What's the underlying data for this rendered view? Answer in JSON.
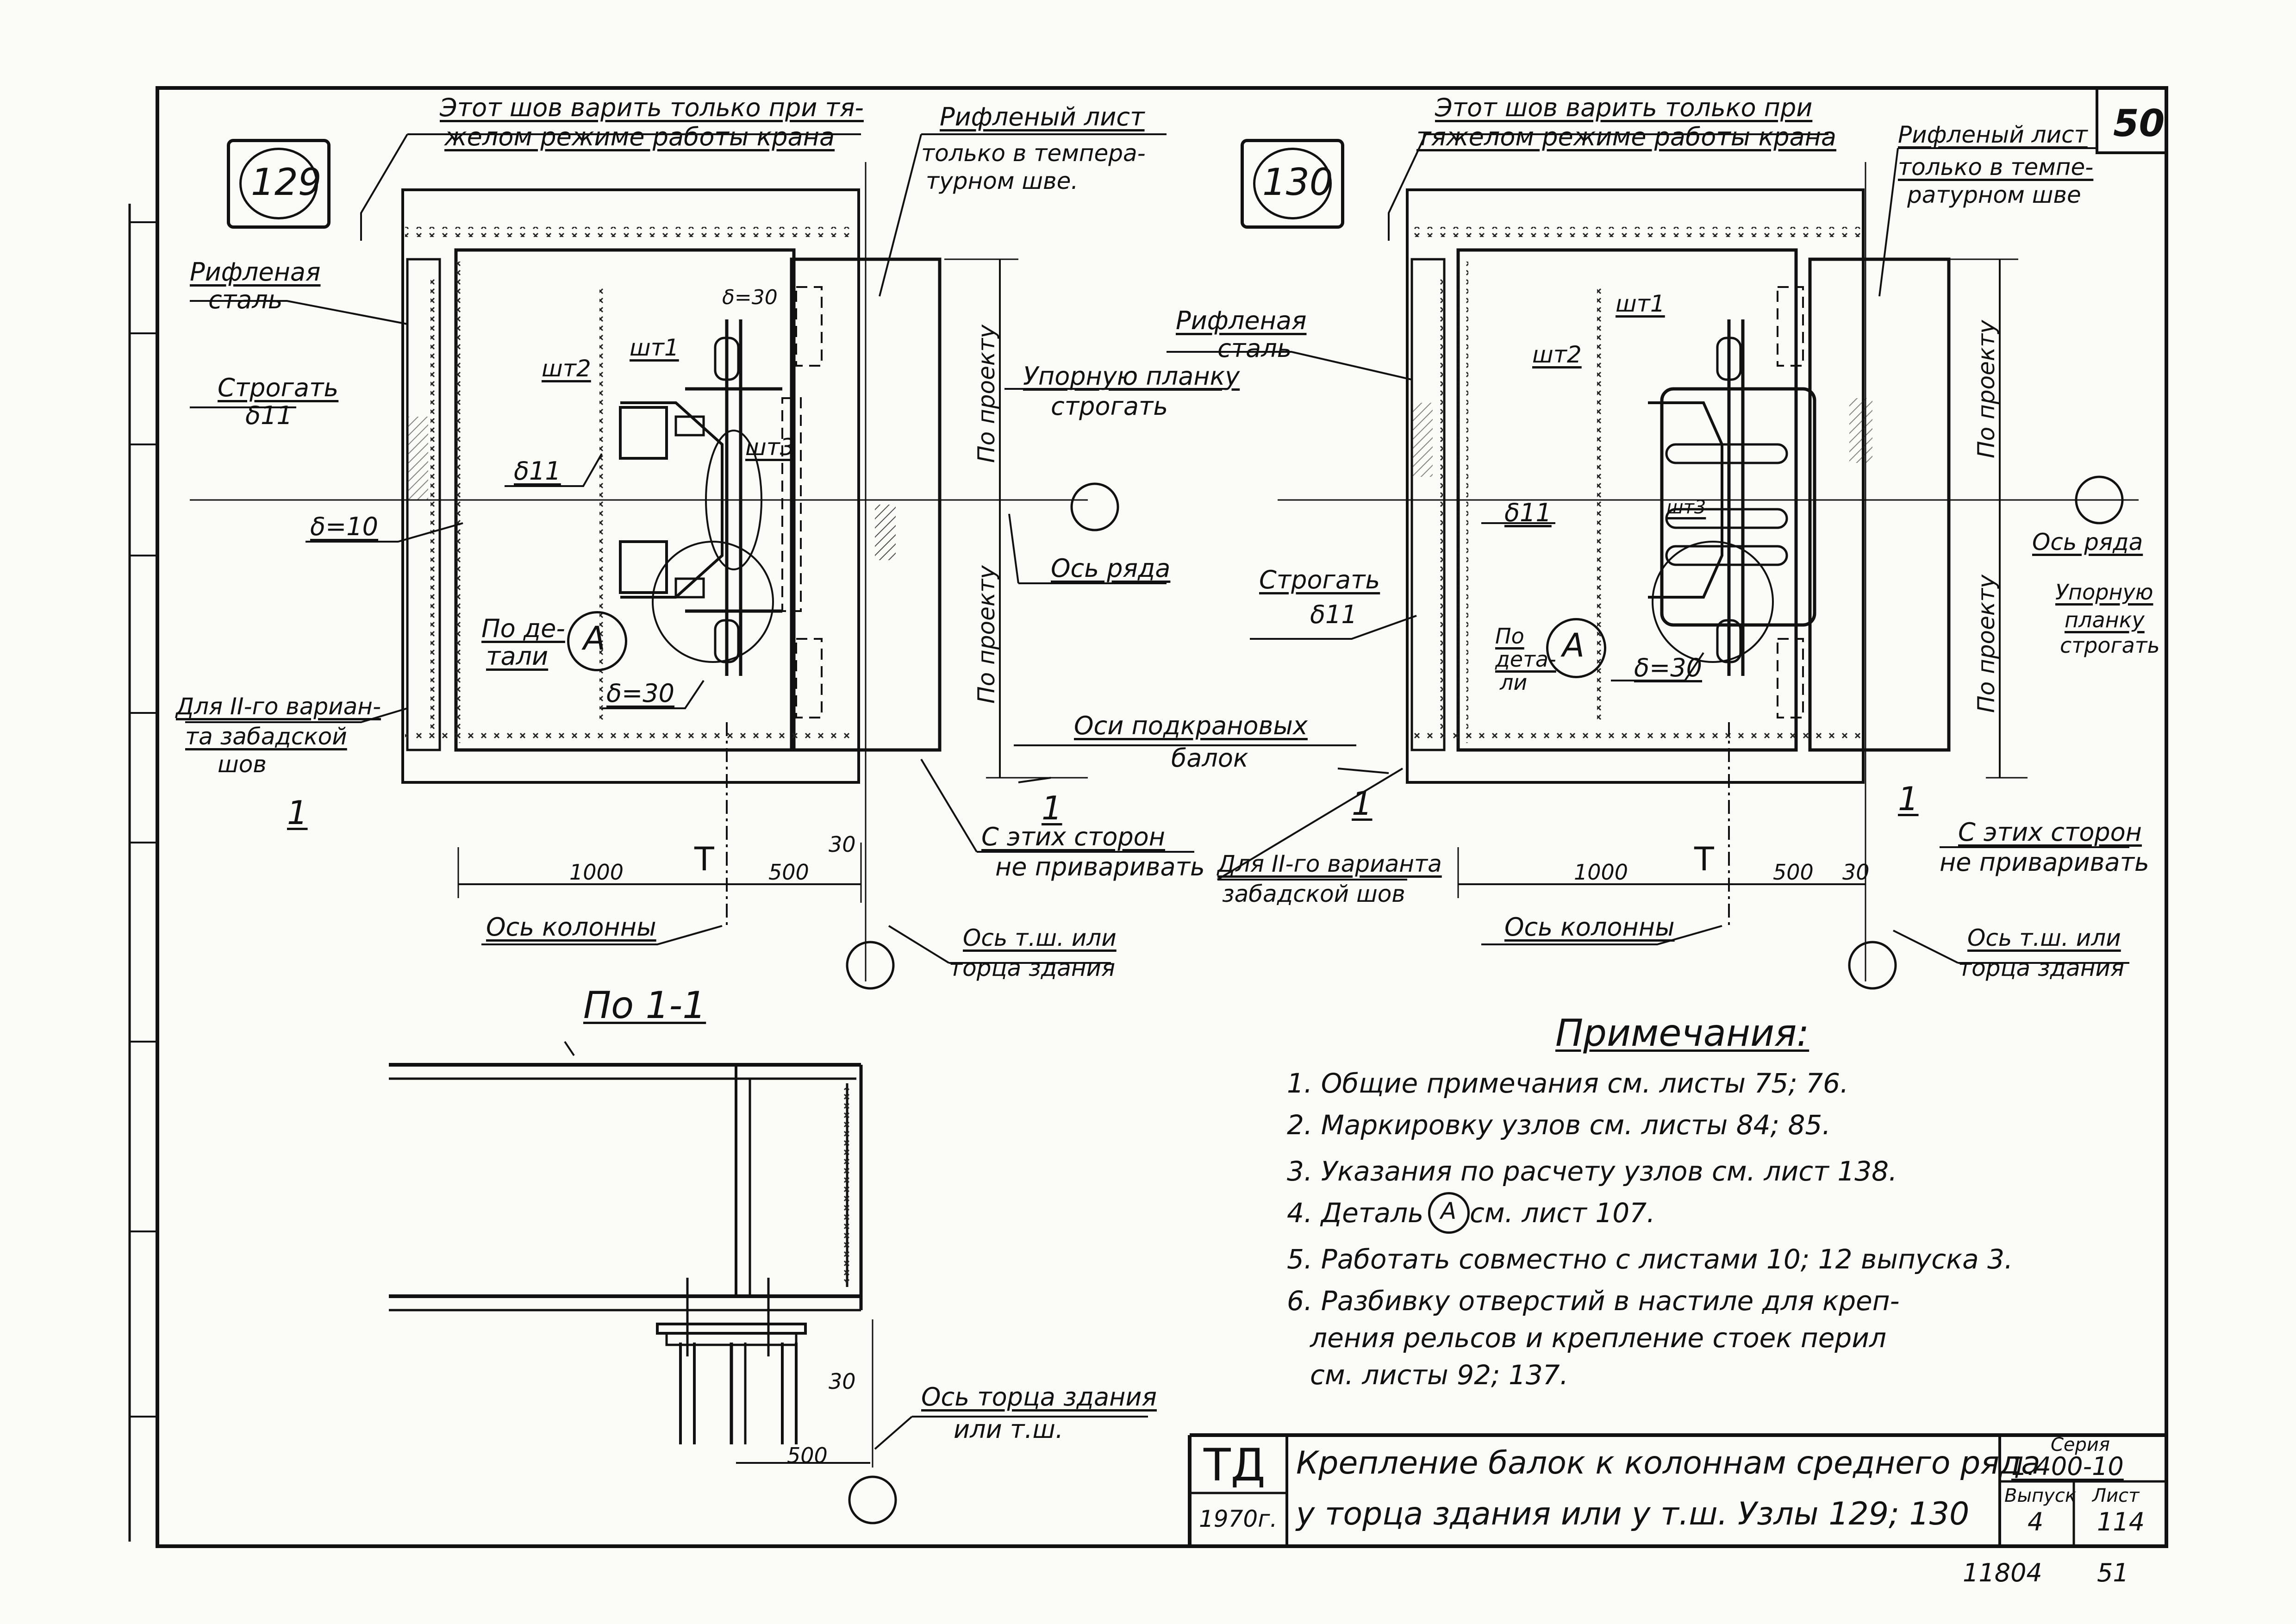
{
  "sheet_number_top": "50",
  "node_left": {
    "number": "129",
    "labels": {
      "weld_note": "Этот шов варить только при тя-",
      "weld_note_2": "желом режиме работы крана",
      "ribbed_sheet": "Рифленый лист",
      "ribbed_sheet_2": "только в темпера-",
      "ribbed_sheet_3": "турном шве.",
      "ribbed_steel": "Рифленая",
      "ribbed_steel_2": "сталь",
      "plane": "Строгать",
      "plane_delta": "δ11",
      "delta11": "δ11",
      "delta10": "δ=10",
      "sht1": "шт1",
      "sht2": "шт2",
      "sht3": "шт3",
      "delta30_top": "δ=30",
      "delta30_bottom": "δ=30",
      "per_detail": "По де-",
      "per_detail_2": "тали",
      "detail_a": "А",
      "variant_note": "Для II-го вариан-",
      "variant_note_2": "та забадской",
      "variant_note_3": "шов",
      "section_mark": "1",
      "dim_1000": "1000",
      "dim_500": "500",
      "dim_30": "30",
      "t_mark": "Т",
      "column_axis": "Ось колонны",
      "per_project_top": "По проекту",
      "per_project_bottom": "По проекту"
    }
  },
  "middle_labels": {
    "stop_plate": "Упорную планку",
    "stop_plate_2": "строгать",
    "row_axis": "Ось ряда",
    "crane_beam_axes": "Оси подкрановых",
    "crane_beam_axes_2": "балок",
    "no_weld": "С этих сторон",
    "no_weld_2": "не приваривать",
    "ts_axis": "Ось т.ш. или",
    "ts_axis_2": "торца здания",
    "variant_note": "Для II-го варианта",
    "variant_note_2": "забадской шов",
    "section_mark_1": "1",
    "section_mark_2": "1"
  },
  "node_right": {
    "number": "130",
    "labels": {
      "weld_note": "Этот шов варить только при",
      "weld_note_2": "тяжелом режиме работы крана",
      "ribbed_sheet": "Рифленый лист",
      "ribbed_sheet_2": "только в темпе-",
      "ribbed_sheet_3": "ратурном шве",
      "ribbed_steel": "Рифленая",
      "ribbed_steel_2": "сталь",
      "sht1": "шт1",
      "sht2": "шт2",
      "sht3": "шт3",
      "delta11": "δ11",
      "plane": "Строгать",
      "plane_delta": "δ11",
      "per_detail": "По",
      "per_detail_2": "дета-",
      "per_detail_3": "ли",
      "detail_a": "А",
      "delta30": "δ=30",
      "per_project_top": "По проекту",
      "per_project_bottom": "По проекту",
      "row_axis": "Ось ряда",
      "stop_plate": "Упорную",
      "stop_plate_2": "планку",
      "stop_plate_3": "строгать",
      "no_weld": "С этих сторон",
      "no_weld_2": "не приваривать",
      "dim_1000": "1000",
      "dim_500": "500",
      "dim_30": "30",
      "t_mark": "Т",
      "column_axis": "Ось колонны",
      "ts_axis": "Ось т.ш. или",
      "ts_axis_2": "торца здания",
      "section_mark": "1"
    }
  },
  "section": {
    "title": "По 1-1",
    "dim_30": "30",
    "dim_500": "500",
    "end_axis": "Ось торца здания",
    "end_axis_2": "или т.ш."
  },
  "notes": {
    "title": "Примечания:",
    "items": [
      "1. Общие примечания см. листы 75; 76.",
      "2. Маркировку узлов см. листы 84; 85.",
      "3. Указания по расчету узлов см. лист 138.",
      "4. Деталь",
      "5. Работать совместно с листами 10; 12 выпуска 3.",
      "6. Разбивку отверстий в настиле для креп-",
      "ления рельсов и крепление стоек перил",
      "см. листы 92; 137."
    ],
    "item4_circle": "А",
    "item4_tail": "см. лист 107."
  },
  "title_block": {
    "org": "ТД",
    "year": "1970г.",
    "title_line1": "Крепление балок к колоннам среднего ряда",
    "title_line2": "у торца здания или у т.ш. Узлы 129; 130",
    "series_label": "Серия",
    "series_value": "1.400-10",
    "issue_label": "Выпуск",
    "issue_value": "4",
    "sheet_label": "Лист",
    "sheet_value": "114",
    "footer_left": "11804",
    "footer_right": "51"
  }
}
